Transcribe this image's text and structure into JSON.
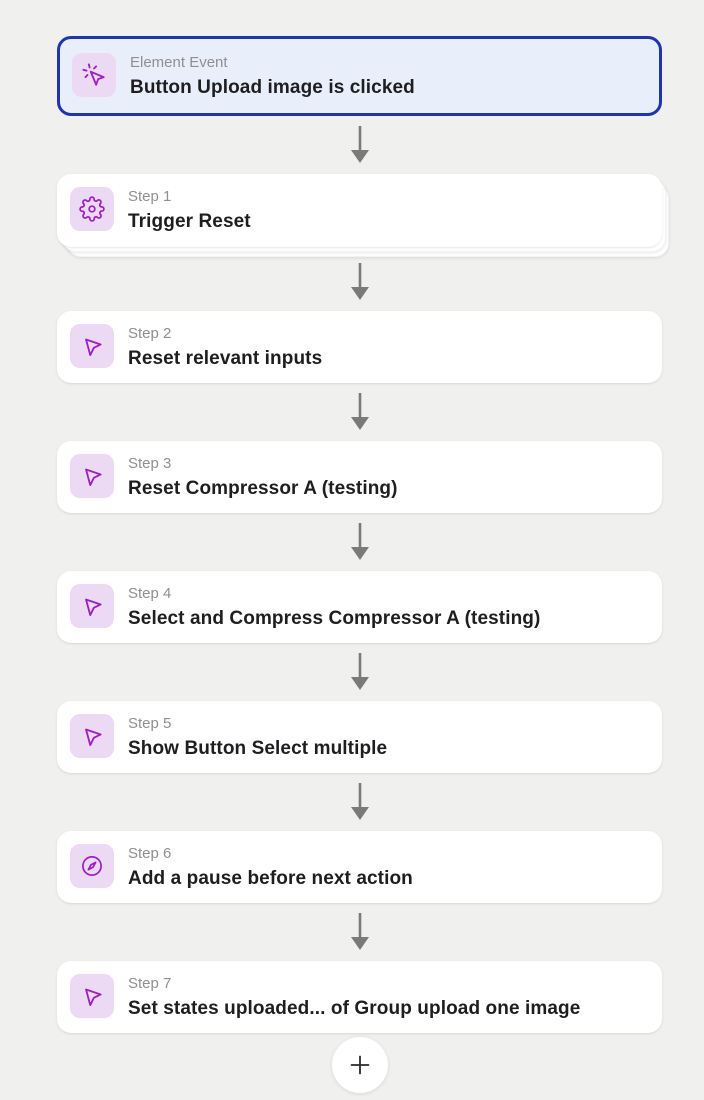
{
  "page": {
    "background_color": "#f0f0ee"
  },
  "event_card": {
    "type_label": "Element Event",
    "title": "Button Upload image is clicked",
    "icon": "cursor-click-icon",
    "selected": true,
    "border_color": "#1e35ac",
    "background_color": "#e9eefb"
  },
  "steps": [
    {
      "step_label": "Step 1",
      "title": "Trigger Reset",
      "icon": "gear-icon",
      "stacked": true
    },
    {
      "step_label": "Step 2",
      "title": "Reset relevant inputs",
      "icon": "pointer-icon",
      "stacked": false
    },
    {
      "step_label": "Step 3",
      "title": "Reset Compressor A (testing)",
      "icon": "pointer-icon",
      "stacked": false
    },
    {
      "step_label": "Step 4",
      "title": "Select and Compress Compressor A (testing)",
      "icon": "pointer-icon",
      "stacked": false
    },
    {
      "step_label": "Step 5",
      "title": "Show Button Select multiple",
      "icon": "pointer-icon",
      "stacked": false
    },
    {
      "step_label": "Step 6",
      "title": "Add a pause before next action",
      "icon": "compass-icon",
      "stacked": false
    },
    {
      "step_label": "Step 7",
      "title": "Set states uploaded... of Group upload one image",
      "icon": "pointer-icon",
      "stacked": false
    }
  ],
  "connector": {
    "icon": "down-arrow-icon",
    "color": "#7a7a7a"
  },
  "add_button": {
    "icon": "plus-icon"
  },
  "colors": {
    "icon_accent": "#9d1fc0",
    "icon_background": "#ecd9f3",
    "label_gray": "#8f8f8f",
    "title_dark": "#1e1e20",
    "card_white": "#ffffff"
  }
}
